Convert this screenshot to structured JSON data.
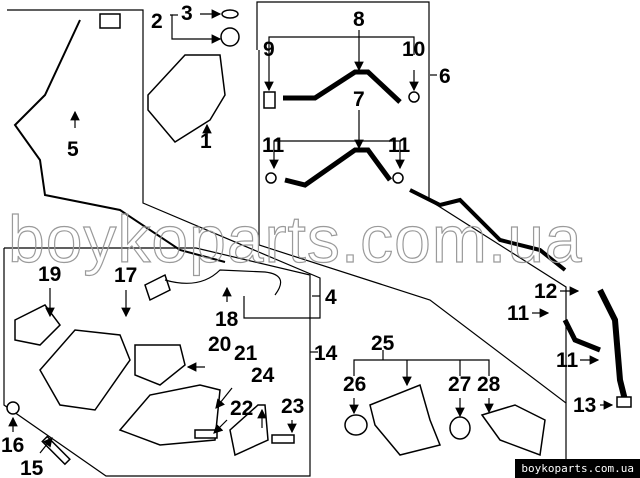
{
  "diagram": {
    "callouts": {
      "c1": "1",
      "c2": "2",
      "c3": "3",
      "c4": "4",
      "c5": "5",
      "c6": "6",
      "c7": "7",
      "c8": "8",
      "c9": "9",
      "c10": "10",
      "c11a": "11",
      "c11b": "11",
      "c11c": "11",
      "c11d": "11",
      "c12": "12",
      "c13": "13",
      "c14": "14",
      "c15": "15",
      "c16": "16",
      "c17": "17",
      "c18": "18",
      "c19": "19",
      "c20": "20",
      "c21": "21",
      "c22": "22",
      "c23": "23",
      "c24": "24",
      "c25": "25",
      "c26": "26",
      "c27": "27",
      "c28": "28"
    },
    "watermark": "boykoparts.com.ua",
    "badge": "boykoparts.com.ua"
  }
}
